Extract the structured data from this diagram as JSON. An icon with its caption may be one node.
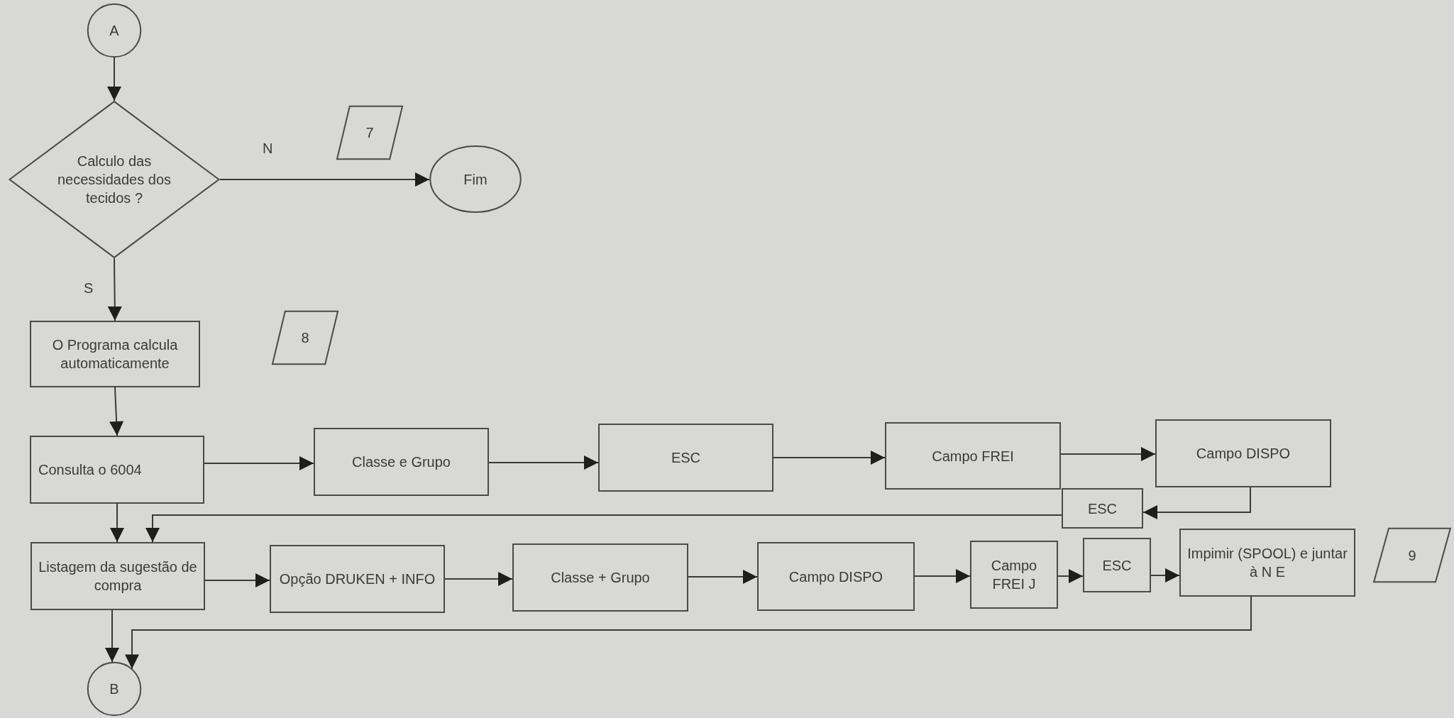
{
  "diagram": {
    "nodes": [
      {
        "text": [
          "A"
        ]
      },
      {
        "text": [
          "Calculo das necessidades dos tecidos ?"
        ]
      },
      {
        "text": [
          "7"
        ]
      },
      {
        "text": [
          "Fim"
        ]
      },
      {
        "text": [
          "8"
        ]
      },
      {
        "text": [
          "O Programa calcula automaticamente"
        ]
      },
      {
        "text": [
          "Consulta o 6004"
        ]
      },
      {
        "text": [
          "Classe e Grupo"
        ]
      },
      {
        "text": [
          "ESC"
        ]
      },
      {
        "text": [
          "Campo FREI"
        ]
      },
      {
        "text": [
          "Campo DISPO"
        ]
      },
      {
        "text": [
          "ESC"
        ]
      },
      {
        "text": [
          "Listagem da sugestão de compra"
        ]
      },
      {
        "text": [
          "Opção DRUKEN + INFO"
        ]
      },
      {
        "text": [
          "Classe + Grupo"
        ]
      },
      {
        "text": [
          "Campo DISPO"
        ]
      },
      {
        "text": [
          "Campo FREI J"
        ]
      },
      {
        "text": [
          "ESC"
        ]
      },
      {
        "text": [
          "Impimir (SPOOL) e juntar à N E"
        ]
      },
      {
        "text": [
          "9"
        ]
      },
      {
        "text": [
          "B"
        ]
      }
    ],
    "edges": [
      {
        "from": 0,
        "to": 1,
        "arrow": "to"
      },
      {
        "from": 1,
        "to": 3,
        "arrow": "to",
        "label": "N"
      },
      {
        "from": 1,
        "to": 5,
        "arrow": "to",
        "label": "S"
      },
      {
        "from": 5,
        "to": 6,
        "arrow": "to"
      },
      {
        "from": 6,
        "to": 7,
        "arrow": "to"
      },
      {
        "from": 7,
        "to": 8,
        "arrow": "to"
      },
      {
        "from": 8,
        "to": 9,
        "arrow": "to"
      },
      {
        "from": 9,
        "to": 10,
        "arrow": "to"
      },
      {
        "from": 10,
        "to": 11,
        "arrow": "to"
      },
      {
        "from": 11,
        "to": 12,
        "arrow": "to"
      },
      {
        "from": 6,
        "to": 12,
        "arrow": "to"
      },
      {
        "from": 12,
        "to": 13,
        "arrow": "to"
      },
      {
        "from": 13,
        "to": 14,
        "arrow": "to"
      },
      {
        "from": 14,
        "to": 15,
        "arrow": "to"
      },
      {
        "from": 15,
        "to": 16,
        "arrow": "to"
      },
      {
        "from": 16,
        "to": 17,
        "arrow": "to"
      },
      {
        "from": 17,
        "to": 18,
        "arrow": "to"
      },
      {
        "from": 18,
        "to": 20,
        "arrow": "to"
      },
      {
        "from": 12,
        "to": 20,
        "arrow": "to"
      }
    ]
  }
}
